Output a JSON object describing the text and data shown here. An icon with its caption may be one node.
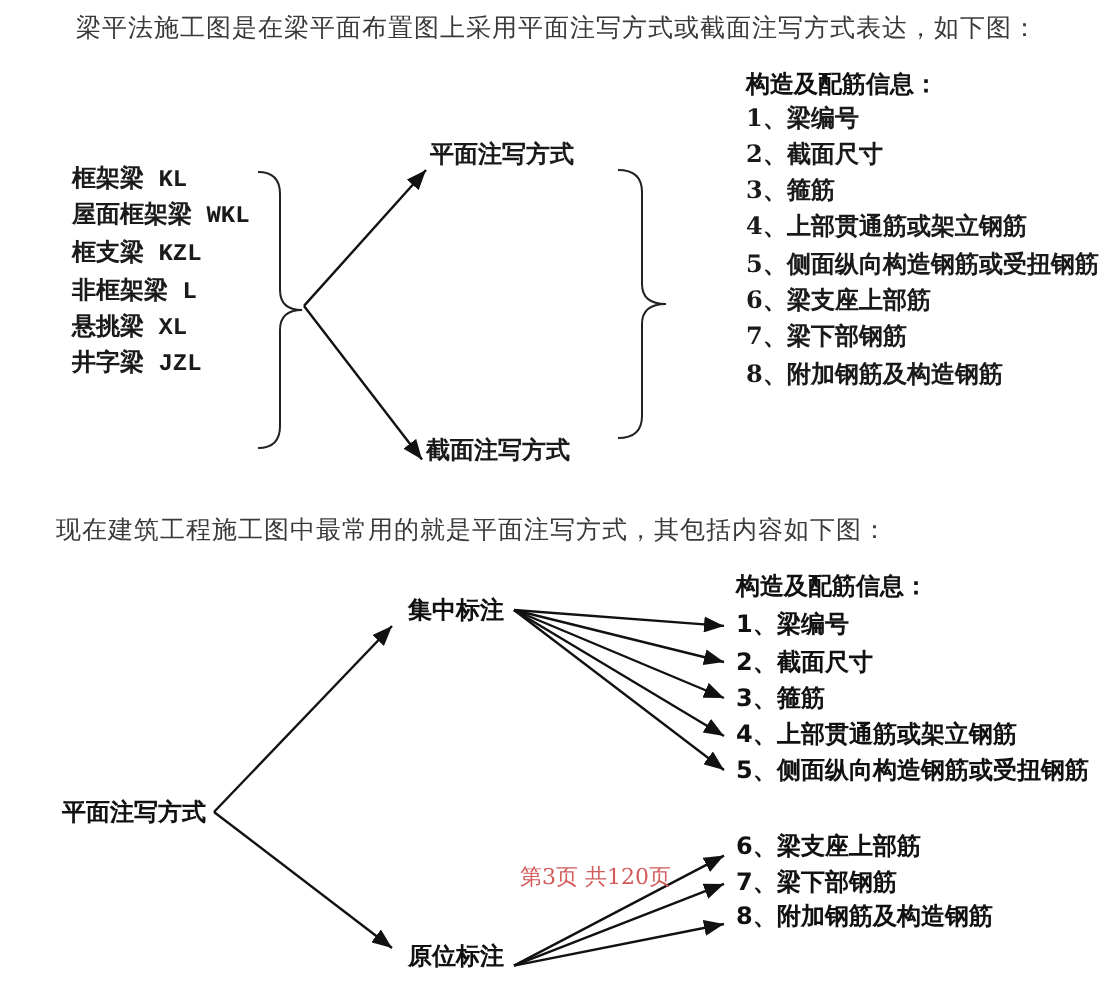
{
  "diagram": {
    "nodes": [
      {
        "text": [
          "框架梁 KL",
          "屋面框架梁 WKL",
          "框支梁 KZL",
          "非框架梁 L",
          "悬挑梁 XL",
          "井字梁 JZL"
        ]
      },
      {
        "text": [
          "平面注写方式"
        ]
      },
      {
        "text": [
          "截面注写方式"
        ]
      },
      {
        "text": [
          "平面注写方式"
        ]
      },
      {
        "text": [
          "集中标注"
        ]
      },
      {
        "text": [
          "原位标注"
        ]
      },
      {
        "text": [
          "1、梁编号"
        ]
      },
      {
        "text": [
          "2、截面尺寸"
        ]
      },
      {
        "text": [
          "3、箍筋"
        ]
      },
      {
        "text": [
          "4、上部贯通筋或架立钢筋"
        ]
      },
      {
        "text": [
          "5、侧面纵向构造钢筋或受扭钢筋"
        ]
      },
      {
        "text": [
          "6、梁支座上部筋"
        ]
      },
      {
        "text": [
          "7、梁下部钢筋"
        ]
      },
      {
        "text": [
          "8、附加钢筋及构造钢筋"
        ]
      }
    ],
    "edges": [
      {
        "from": 0,
        "to": 1,
        "arrow": "to"
      },
      {
        "from": 0,
        "to": 2,
        "arrow": "to"
      },
      {
        "from": 3,
        "to": 4,
        "arrow": "to"
      },
      {
        "from": 3,
        "to": 5,
        "arrow": "to"
      },
      {
        "from": 4,
        "to": 6,
        "arrow": "to"
      },
      {
        "from": 4,
        "to": 7,
        "arrow": "to"
      },
      {
        "from": 4,
        "to": 8,
        "arrow": "to"
      },
      {
        "from": 4,
        "to": 9,
        "arrow": "to"
      },
      {
        "from": 4,
        "to": 10,
        "arrow": "to"
      },
      {
        "from": 5,
        "to": 11,
        "arrow": "to"
      },
      {
        "from": 5,
        "to": 12,
        "arrow": "to"
      },
      {
        "from": 5,
        "to": 13,
        "arrow": "to"
      }
    ],
    "labels": [
      "梁平法施工图是在梁平面布置图上采用平面注写方式或截面注写方式表达，如下图：",
      "构造及配筋信息：",
      "1、梁编号",
      "2、截面尺寸",
      "3、箍筋",
      "4、上部贯通筋或架立钢筋",
      "5、侧面纵向构造钢筋或受扭钢筋",
      "6、梁支座上部筋",
      "7、梁下部钢筋",
      "8、附加钢筋及构造钢筋",
      "现在建筑工程施工图中最常用的就是平面注写方式，其包括内容如下图：",
      "构造及配筋信息：",
      "第3页 共120页"
    ]
  }
}
